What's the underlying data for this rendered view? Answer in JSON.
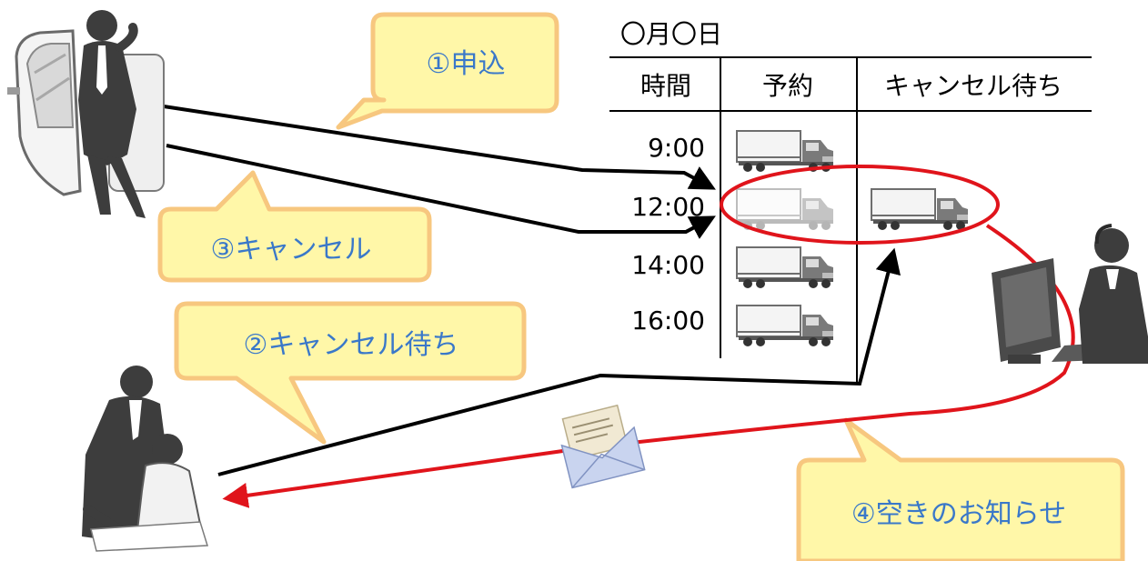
{
  "schedule": {
    "date_title": "〇月〇日",
    "headers": {
      "time": "時間",
      "reservation": "予約",
      "waitlist": "キャンセル待ち"
    },
    "rows": [
      {
        "time": "9:00",
        "reserved": true,
        "waitlisted": false,
        "cancelled": false
      },
      {
        "time": "12:00",
        "reserved": true,
        "waitlisted": true,
        "cancelled": true
      },
      {
        "time": "14:00",
        "reserved": true,
        "waitlisted": false,
        "cancelled": false
      },
      {
        "time": "16:00",
        "reserved": true,
        "waitlisted": false,
        "cancelled": false
      }
    ]
  },
  "steps": {
    "apply": "①申込",
    "waitlist": "②キャンセル待ち",
    "cancel": "③キャンセル",
    "notify": "④空きのお知らせ"
  },
  "colors": {
    "bubble_fill": "#fff7a8",
    "bubble_border": "#f7c77f",
    "bubble_text": "#3a78c9",
    "notify_line": "#e0141b",
    "arrow_line": "#000000",
    "figure": "#3d3d3d"
  },
  "icons": {
    "driver": "businessman-phone-car-icon",
    "customers": "office-workers-icon",
    "operator": "operator-headset-computer-icon",
    "mail": "envelope-letter-icon",
    "truck": "truck-icon"
  }
}
